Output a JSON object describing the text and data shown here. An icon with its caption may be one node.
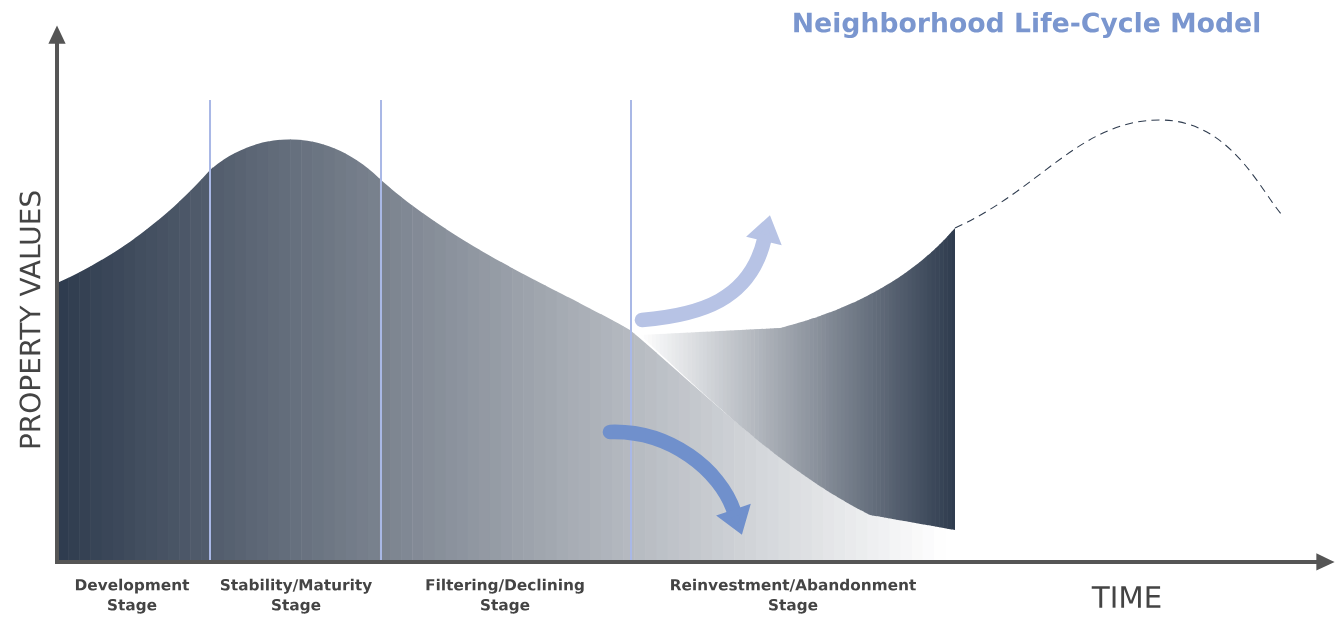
{
  "diagram": {
    "title": "Neighborhood Life-Cycle Model",
    "labels": [
      "PROPERTY VALUES",
      "Development Stage",
      "Stability/Maturity Stage",
      "Filtering/Declining Stage",
      "Reinvestment/Abandonment Stage",
      "TIME"
    ]
  }
}
